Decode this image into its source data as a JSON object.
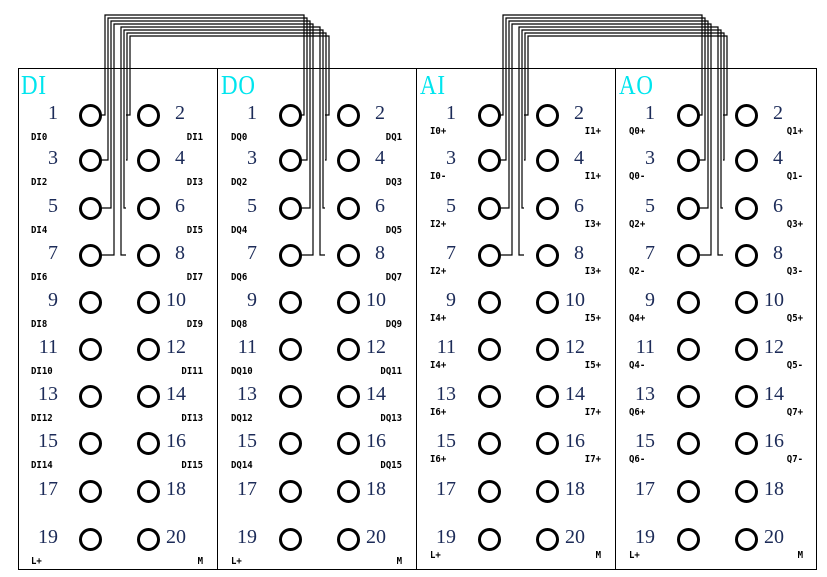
{
  "panels": [
    {
      "title": "DI",
      "terminals": [
        {
          "num": "1",
          "label": "DI0"
        },
        {
          "num": "2",
          "label": "DI1"
        },
        {
          "num": "3",
          "label": "DI2"
        },
        {
          "num": "4",
          "label": "DI3"
        },
        {
          "num": "5",
          "label": "DI4"
        },
        {
          "num": "6",
          "label": "DI5"
        },
        {
          "num": "7",
          "label": "DI6"
        },
        {
          "num": "8",
          "label": "DI7"
        },
        {
          "num": "9",
          "label": "DI8"
        },
        {
          "num": "10",
          "label": "DI9"
        },
        {
          "num": "11",
          "label": "DI10"
        },
        {
          "num": "12",
          "label": "DI11"
        },
        {
          "num": "13",
          "label": "DI12"
        },
        {
          "num": "14",
          "label": "DI13"
        },
        {
          "num": "15",
          "label": "DI14"
        },
        {
          "num": "16",
          "label": "DI15"
        },
        {
          "num": "17",
          "label": ""
        },
        {
          "num": "18",
          "label": ""
        },
        {
          "num": "19",
          "label": "L+"
        },
        {
          "num": "20",
          "label": "M"
        }
      ]
    },
    {
      "title": "DO",
      "terminals": [
        {
          "num": "1",
          "label": "DQ0"
        },
        {
          "num": "2",
          "label": "DQ1"
        },
        {
          "num": "3",
          "label": "DQ2"
        },
        {
          "num": "4",
          "label": "DQ3"
        },
        {
          "num": "5",
          "label": "DQ4"
        },
        {
          "num": "6",
          "label": "DQ5"
        },
        {
          "num": "7",
          "label": "DQ6"
        },
        {
          "num": "8",
          "label": "DQ7"
        },
        {
          "num": "9",
          "label": "DQ8"
        },
        {
          "num": "10",
          "label": "DQ9"
        },
        {
          "num": "11",
          "label": "DQ10"
        },
        {
          "num": "12",
          "label": "DQ11"
        },
        {
          "num": "13",
          "label": "DQ12"
        },
        {
          "num": "14",
          "label": "DQ13"
        },
        {
          "num": "15",
          "label": "DQ14"
        },
        {
          "num": "16",
          "label": "DQ15"
        },
        {
          "num": "17",
          "label": ""
        },
        {
          "num": "18",
          "label": ""
        },
        {
          "num": "19",
          "label": "L+"
        },
        {
          "num": "20",
          "label": "M"
        }
      ]
    },
    {
      "title": "AI",
      "terminals": [
        {
          "num": "1",
          "label": "I0+"
        },
        {
          "num": "2",
          "label": "I1+"
        },
        {
          "num": "3",
          "label": "I0-"
        },
        {
          "num": "4",
          "label": "I1+"
        },
        {
          "num": "5",
          "label": "I2+"
        },
        {
          "num": "6",
          "label": "I3+"
        },
        {
          "num": "7",
          "label": "I2+"
        },
        {
          "num": "8",
          "label": "I3+"
        },
        {
          "num": "9",
          "label": "I4+"
        },
        {
          "num": "10",
          "label": "I5+"
        },
        {
          "num": "11",
          "label": "I4+"
        },
        {
          "num": "12",
          "label": "I5+"
        },
        {
          "num": "13",
          "label": "I6+"
        },
        {
          "num": "14",
          "label": "I7+"
        },
        {
          "num": "15",
          "label": "I6+"
        },
        {
          "num": "16",
          "label": "I7+"
        },
        {
          "num": "17",
          "label": ""
        },
        {
          "num": "18",
          "label": ""
        },
        {
          "num": "19",
          "label": "L+"
        },
        {
          "num": "20",
          "label": "M"
        }
      ]
    },
    {
      "title": "AO",
      "terminals": [
        {
          "num": "1",
          "label": "Q0+"
        },
        {
          "num": "2",
          "label": "Q1+"
        },
        {
          "num": "3",
          "label": "Q0-"
        },
        {
          "num": "4",
          "label": "Q1-"
        },
        {
          "num": "5",
          "label": "Q2+"
        },
        {
          "num": "6",
          "label": "Q3+"
        },
        {
          "num": "7",
          "label": "Q2-"
        },
        {
          "num": "8",
          "label": "Q3-"
        },
        {
          "num": "9",
          "label": "Q4+"
        },
        {
          "num": "10",
          "label": "Q5+"
        },
        {
          "num": "11",
          "label": "Q4-"
        },
        {
          "num": "12",
          "label": "Q5-"
        },
        {
          "num": "13",
          "label": "Q6+"
        },
        {
          "num": "14",
          "label": "Q7+"
        },
        {
          "num": "15",
          "label": "Q6-"
        },
        {
          "num": "16",
          "label": "Q7-"
        },
        {
          "num": "17",
          "label": ""
        },
        {
          "num": "18",
          "label": ""
        },
        {
          "num": "19",
          "label": "L+"
        },
        {
          "num": "20",
          "label": "M"
        }
      ]
    }
  ],
  "wiring": [
    {
      "from_panel": "DI",
      "to_panel": "DO",
      "terminals": [
        1,
        3,
        5,
        7,
        8,
        6,
        4,
        2
      ]
    },
    {
      "from_panel": "AI",
      "to_panel": "AO",
      "terminals": [
        1,
        3,
        5,
        7,
        8,
        6,
        4,
        2
      ]
    }
  ],
  "colors": {
    "title": "#00e5ee",
    "number": "#1c2b58",
    "line": "#000000"
  }
}
